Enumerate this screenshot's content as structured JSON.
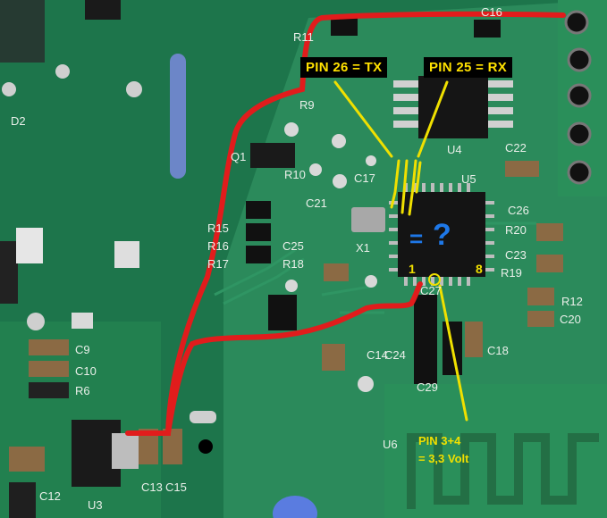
{
  "annotations": {
    "pin26": "PIN 26 = TX",
    "pin25": "PIN 25 = RX",
    "pin1": "1",
    "pin8": "8",
    "pin34_line1": "PIN 3+4",
    "pin34_line2": "= 3,3 Volt",
    "question_mark": "?",
    "equals": "="
  },
  "silkscreen": [
    "C16",
    "R11",
    "R9",
    "Q1",
    "R10",
    "C17",
    "C21",
    "X1",
    "U5",
    "U4",
    "C22",
    "C26",
    "R20",
    "C23",
    "R19",
    "R12",
    "C20",
    "R15",
    "R16",
    "R17",
    "C25",
    "R18",
    "C27",
    "C24",
    "C14",
    "C18",
    "C29",
    "C9",
    "C10",
    "R6",
    "U6",
    "U3",
    "C12",
    "C13",
    "C15",
    "D2"
  ],
  "colors": {
    "board": "#1f7a4f",
    "trace_red": "#e11c1c",
    "annotation_yellow": "#f0e000",
    "annotation_blue": "#1e78e8"
  }
}
